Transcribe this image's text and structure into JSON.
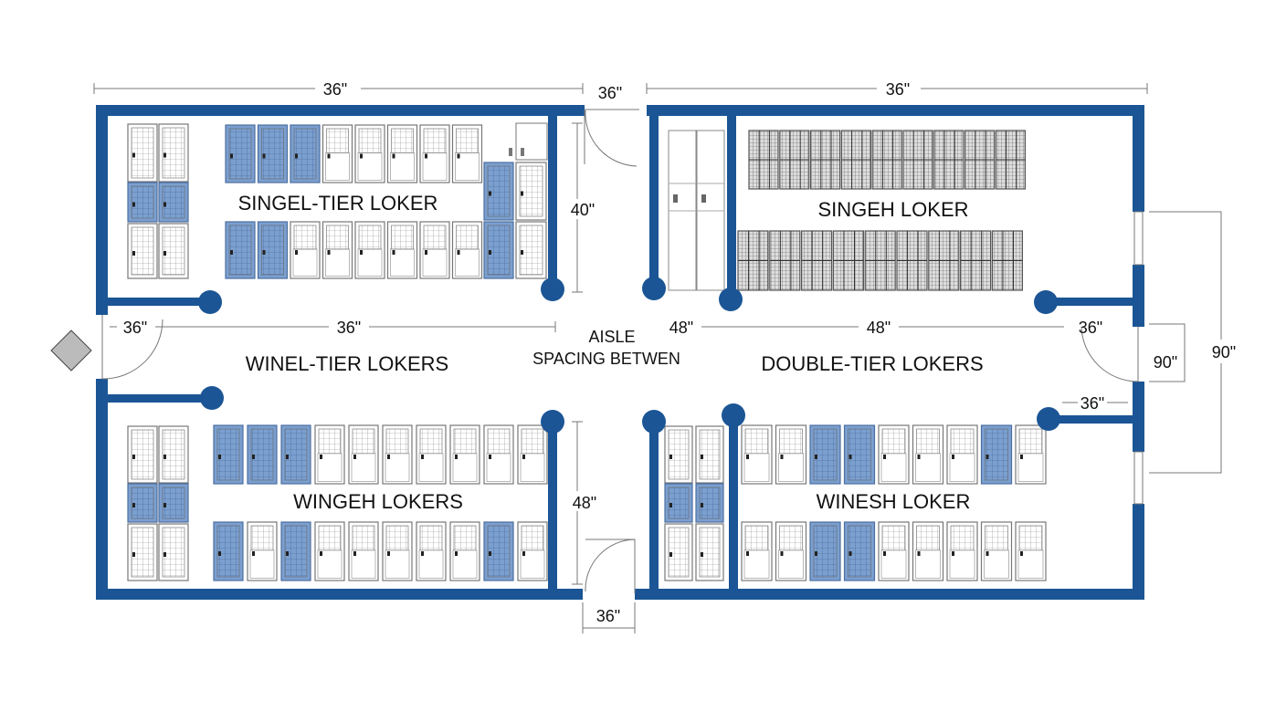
{
  "colors": {
    "wall": "#1b5595",
    "locker_blue": "#7b9fcf",
    "locker_white": "#ffffff",
    "cage_grey": "#8a8a8a"
  },
  "labels": {
    "top_left_room": "SINGEL-TIER LOKER",
    "top_right_room": "SINGEH LOKER",
    "aisle_left": "WINEL-TIER LOKERS",
    "aisle_right": "DOUBLE-TIER LOKERS",
    "aisle_center_1": "AISLE",
    "aisle_center_2": "SPACING BETWEN",
    "bottom_left_room": "WINGEH LOKERS",
    "bottom_right_room": "WINESH LOKER"
  },
  "dimensions": {
    "top_left_width": "36\"",
    "top_door": "36\"",
    "top_right_width": "36\"",
    "top_left_aisle_gap": "40\"",
    "bottom_left_aisle_gap": "48\"",
    "bottom_door": "36\"",
    "left_door": "36\"",
    "aisle_left_span": "36\"",
    "aisle_right_gap": "48\"",
    "aisle_right_span": "48\"",
    "right_door": "36\"",
    "right_door_height": "90\"",
    "right_wall_span": "90\"",
    "right_stub": "36\""
  },
  "locker_rows": {
    "top_left_upper": "bbbwwwww",
    "top_left_lower": "bbwwwwww",
    "top_left_side_column": [
      "w",
      "b",
      "w"
    ],
    "top_left_side_column2": [
      "w",
      "b",
      "w"
    ],
    "top_left_right_column": [
      "b",
      "b"
    ],
    "top_right_cages_upper": 9,
    "top_right_cages_lower": 9,
    "bottom_left_upper": "bbbwwwwwww",
    "bottom_left_lower": "bwbwwwwwbw",
    "bottom_left_side_column": [
      "w",
      "b",
      "w"
    ],
    "bottom_right_upper": "wwbbwwwbw",
    "bottom_right_lower": "wwbbwwwww",
    "bottom_right_side_column": [
      "w",
      "b",
      "w"
    ]
  }
}
